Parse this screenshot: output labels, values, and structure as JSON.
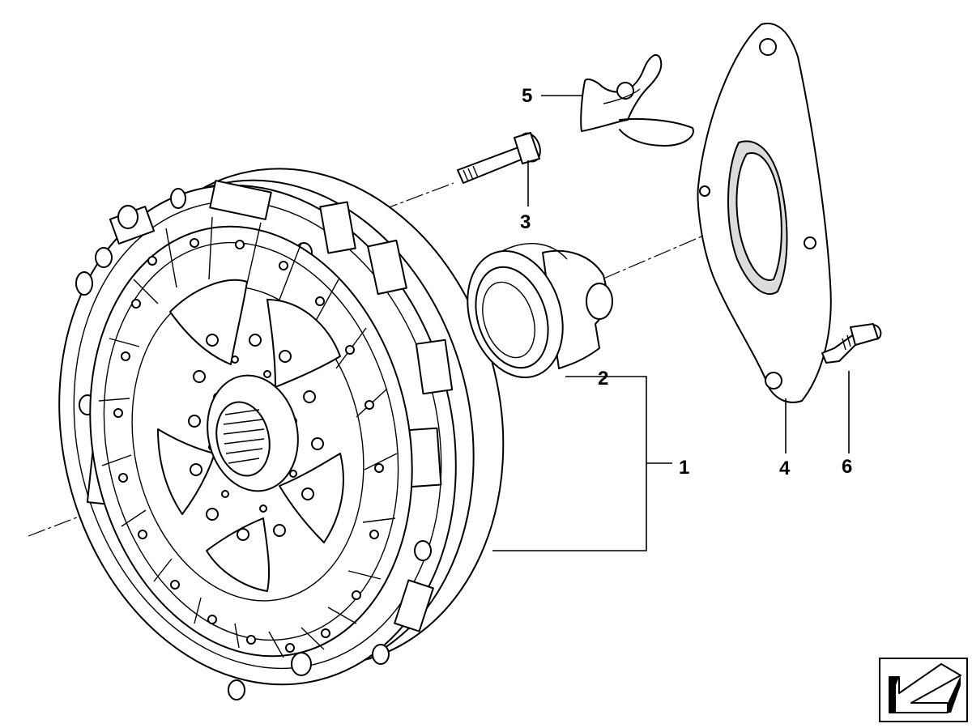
{
  "diagram": {
    "callouts": {
      "c1": "1",
      "c2": "2",
      "c3": "3",
      "c4": "4",
      "c5": "5",
      "c6": "6"
    },
    "parts": {
      "p1": "clutch-pressure-plate-assembly",
      "p2": "release-bearing",
      "p3": "bolt",
      "p4": "release-bearing-guide-plate",
      "p5": "spring-clip",
      "p6": "bleeder-pin"
    },
    "nav_icon": "direction-arrow-icon"
  }
}
